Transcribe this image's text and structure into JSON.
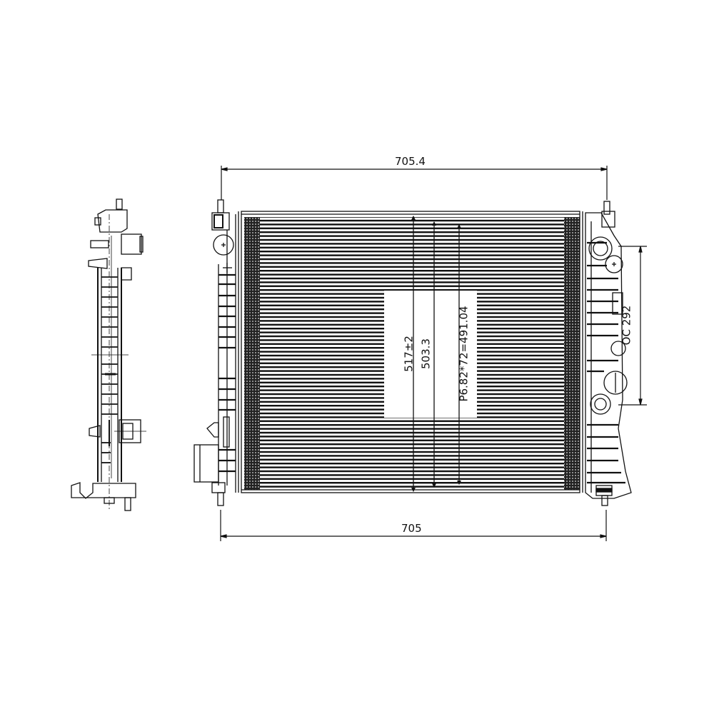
{
  "drawing": {
    "title": "Radiator technical drawing",
    "views": [
      "side-view",
      "front-view"
    ],
    "colors": {
      "line": "#111111",
      "background": "#ffffff",
      "core_fill": "#1a1a1a"
    }
  },
  "dimensions": {
    "overall_width_top": "705.4",
    "overall_width_bottom": "705",
    "overall_height": "517±2",
    "core_height": "503.3",
    "tube_pitch": "P6.82*72=491.04",
    "outlet_centers": "OC 292"
  }
}
